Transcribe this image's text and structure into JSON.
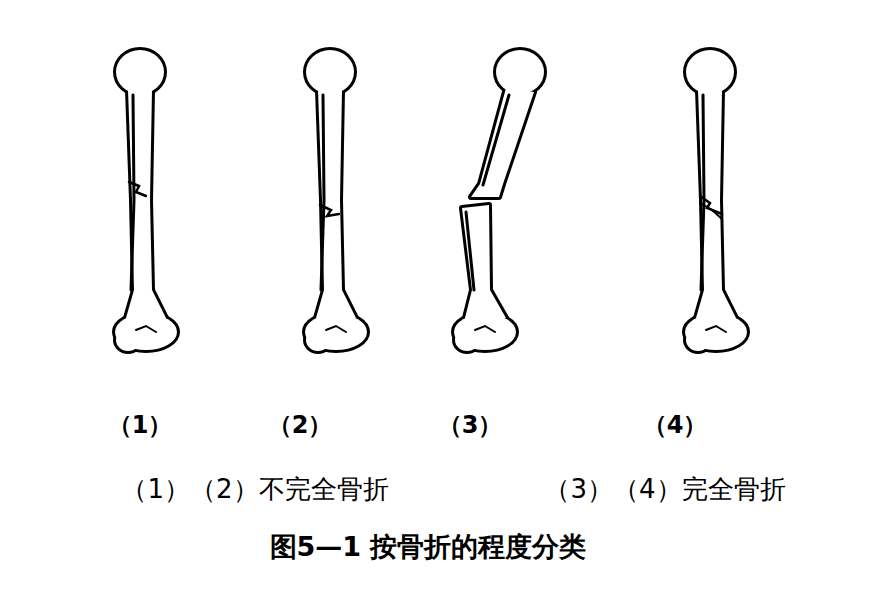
{
  "diagram": {
    "caption": "图5—1 按骨折的程度分类",
    "labels": [
      "（1）",
      "（2）",
      "（3）",
      "（4）",
      "（1）（2）不完全骨折",
      "（3）（4）完全骨折"
    ]
  }
}
